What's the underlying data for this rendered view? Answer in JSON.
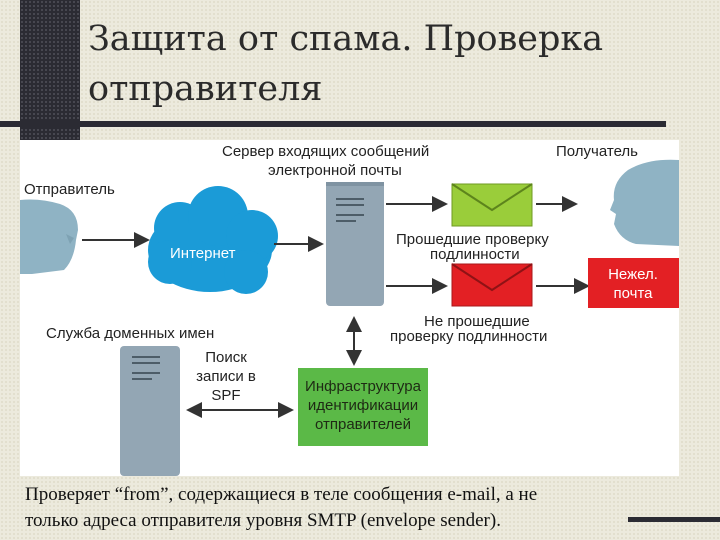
{
  "slide": {
    "title_line1": "Защита от спама. Проверка",
    "title_line2": "отправителя",
    "caption_line1": "Проверяет “from”, содержащиеся в теле сообщения e-mail, а не",
    "caption_line2": "только адреса отправителя уровня SMTP (envelope sender)."
  },
  "diagram": {
    "sender_label": "Отправитель",
    "server_label_line1": "Сервер входящих сообщений",
    "server_label_line2": "электронной почты",
    "recipient_label": "Получатель",
    "internet_label": "Интернет",
    "passed_line1": "Прошедшие проверку",
    "passed_line2": "подлинности",
    "spam_line1": "Нежел.",
    "spam_line2": "почта",
    "failed_line1": "Не прошедшие",
    "failed_line2": "проверку подлинности",
    "dns_label": "Служба доменных имен",
    "lookup_line1": "Поиск",
    "lookup_line2": "записи в",
    "lookup_line3": "SPF",
    "infra_line1": "Инфраструктура",
    "infra_line2": "идентификации",
    "infra_line3": "отправителей"
  },
  "colors": {
    "person": "#8fb3c4",
    "cloud": "#1b9bd7",
    "server": "#93a6b4",
    "server_dark": "#4d5d68",
    "envelope_good": "#9acd3a",
    "envelope_bad": "#e32024",
    "spam_box": "#e32024",
    "infra_box": "#5bb947"
  }
}
